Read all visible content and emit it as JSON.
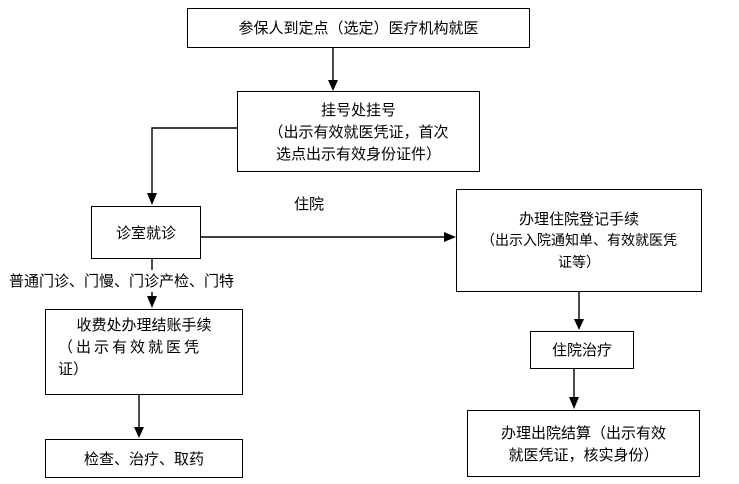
{
  "nodes": {
    "start": "参保人到定点（选定）医疗机构就医",
    "register": {
      "title": "挂号处挂号",
      "note_line1": "（出示有效就医凭证，首次",
      "note_line2": "选点出示有效身份证件）"
    },
    "clinic": "诊室就诊",
    "hospitalize": {
      "title": "办理住院登记手续",
      "note_line1": "（出示入院通知单、有效就医凭",
      "note_line2": "证等）"
    },
    "payment": {
      "title": "收费处办理结账手续",
      "note_line1": "（出示有效就医凭",
      "note_line2": "证）"
    },
    "inpatient_treatment": "住院治疗",
    "check": "检查、治疗、取药",
    "discharge": {
      "line1": "办理出院结算（出示有效",
      "line2": "就医凭证，核实身份）"
    }
  },
  "edge_labels": {
    "hospitalization": "住院",
    "outpatient_types": "普通门诊、门慢、门诊产检、门特"
  }
}
